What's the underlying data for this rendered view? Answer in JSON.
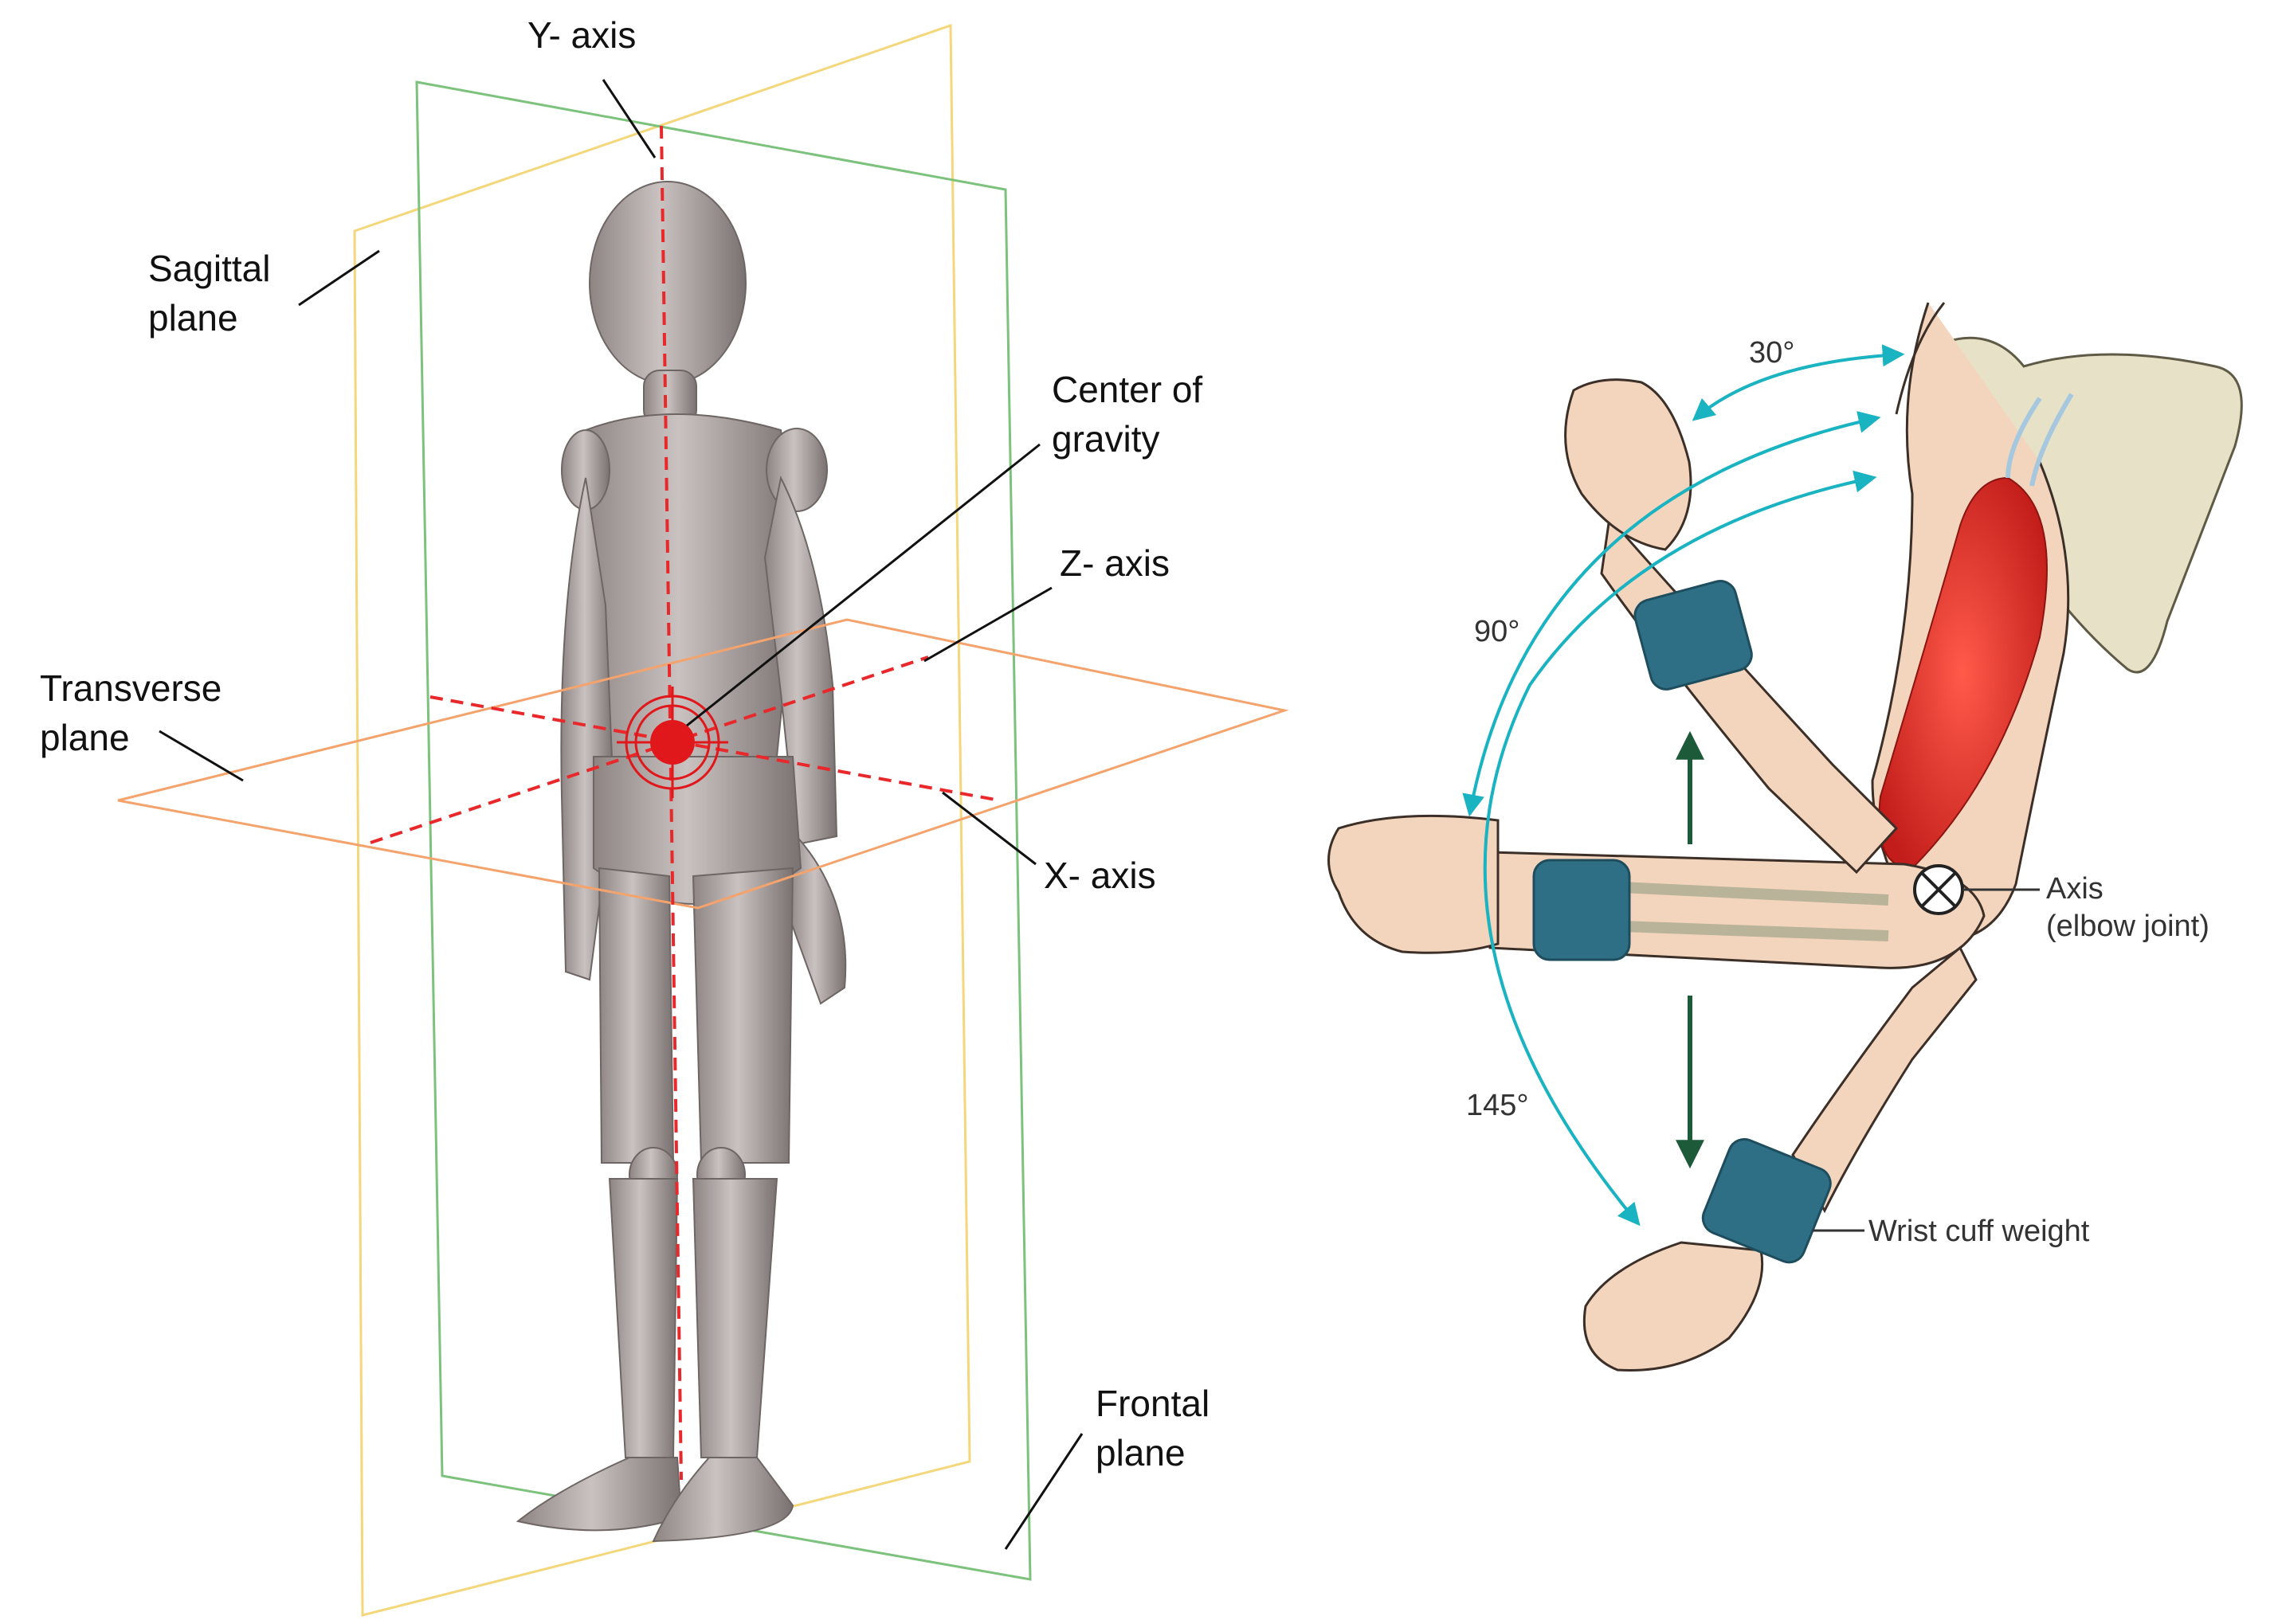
{
  "left_panel": {
    "labels": {
      "y_axis": "Y- axis",
      "sagittal_line1": "Sagittal",
      "sagittal_line2": "plane",
      "center_line1": "Center of",
      "center_line2": "gravity",
      "z_axis": "Z- axis",
      "transverse_line1": "Transverse",
      "transverse_line2": "plane",
      "x_axis": "X- axis",
      "frontal_line1": "Frontal",
      "frontal_line2": "plane"
    },
    "colors": {
      "sagittal_plane": "#f3d77a",
      "frontal_plane": "#7cc27c",
      "transverse_plane": "#f5a36c",
      "axis_lines": "#e8282b",
      "center_of_gravity": "#e0181c",
      "mannequin": "#a89f9d"
    }
  },
  "right_panel": {
    "angles": {
      "a30": "30°",
      "a90": "90°",
      "a145": "145°"
    },
    "labels": {
      "axis_line1": "Axis",
      "axis_line2": "(elbow joint)",
      "wrist_cuff": "Wrist cuff weight"
    },
    "colors": {
      "arc_arrows": "#1ab3c2",
      "force_arrows": "#1c5a3a",
      "cuff": "#2f6f86",
      "skin": "#f3d5bd",
      "muscle": "#d8332b",
      "bone": "#e7e2c7"
    }
  }
}
